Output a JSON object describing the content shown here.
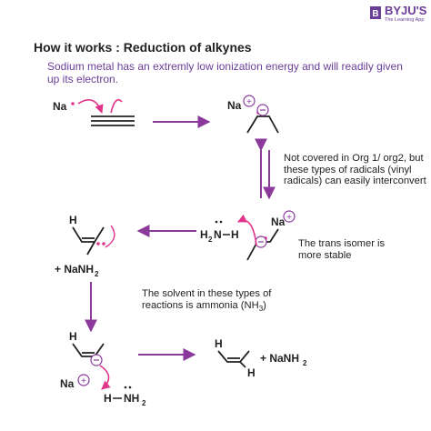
{
  "brand": {
    "name": "BYJU'S",
    "tagline": "The Learning App"
  },
  "heading": "How it works : Reduction of alkynes",
  "intro": "Sodium metal has an extremly low ionization energy and will readily given up its electron.",
  "labels": {
    "na": "Na",
    "plus_nanh2_prefix": "+ NaNH",
    "subscript_2": "2",
    "subscript_3": "3",
    "h": "H",
    "n": "N",
    "nh": "NH",
    "h2n_prefix": "H",
    "h2n_mid": "N",
    "h2n_h": "H",
    "minus": "−",
    "plus": "+"
  },
  "notes": {
    "interconvert": "Not covered in Org 1/ org2, but these types of radicals (vinyl radicals) can easily interconvert",
    "trans": "The trans isomer is more stable",
    "solvent_main": "The solvent in these types of reactions is ammonia (NH",
    "solvent_end": ")"
  },
  "colors": {
    "accent": "#6a3d98",
    "arrow": "#8b3a9b",
    "curly": "#e0338a",
    "text": "#222222"
  }
}
